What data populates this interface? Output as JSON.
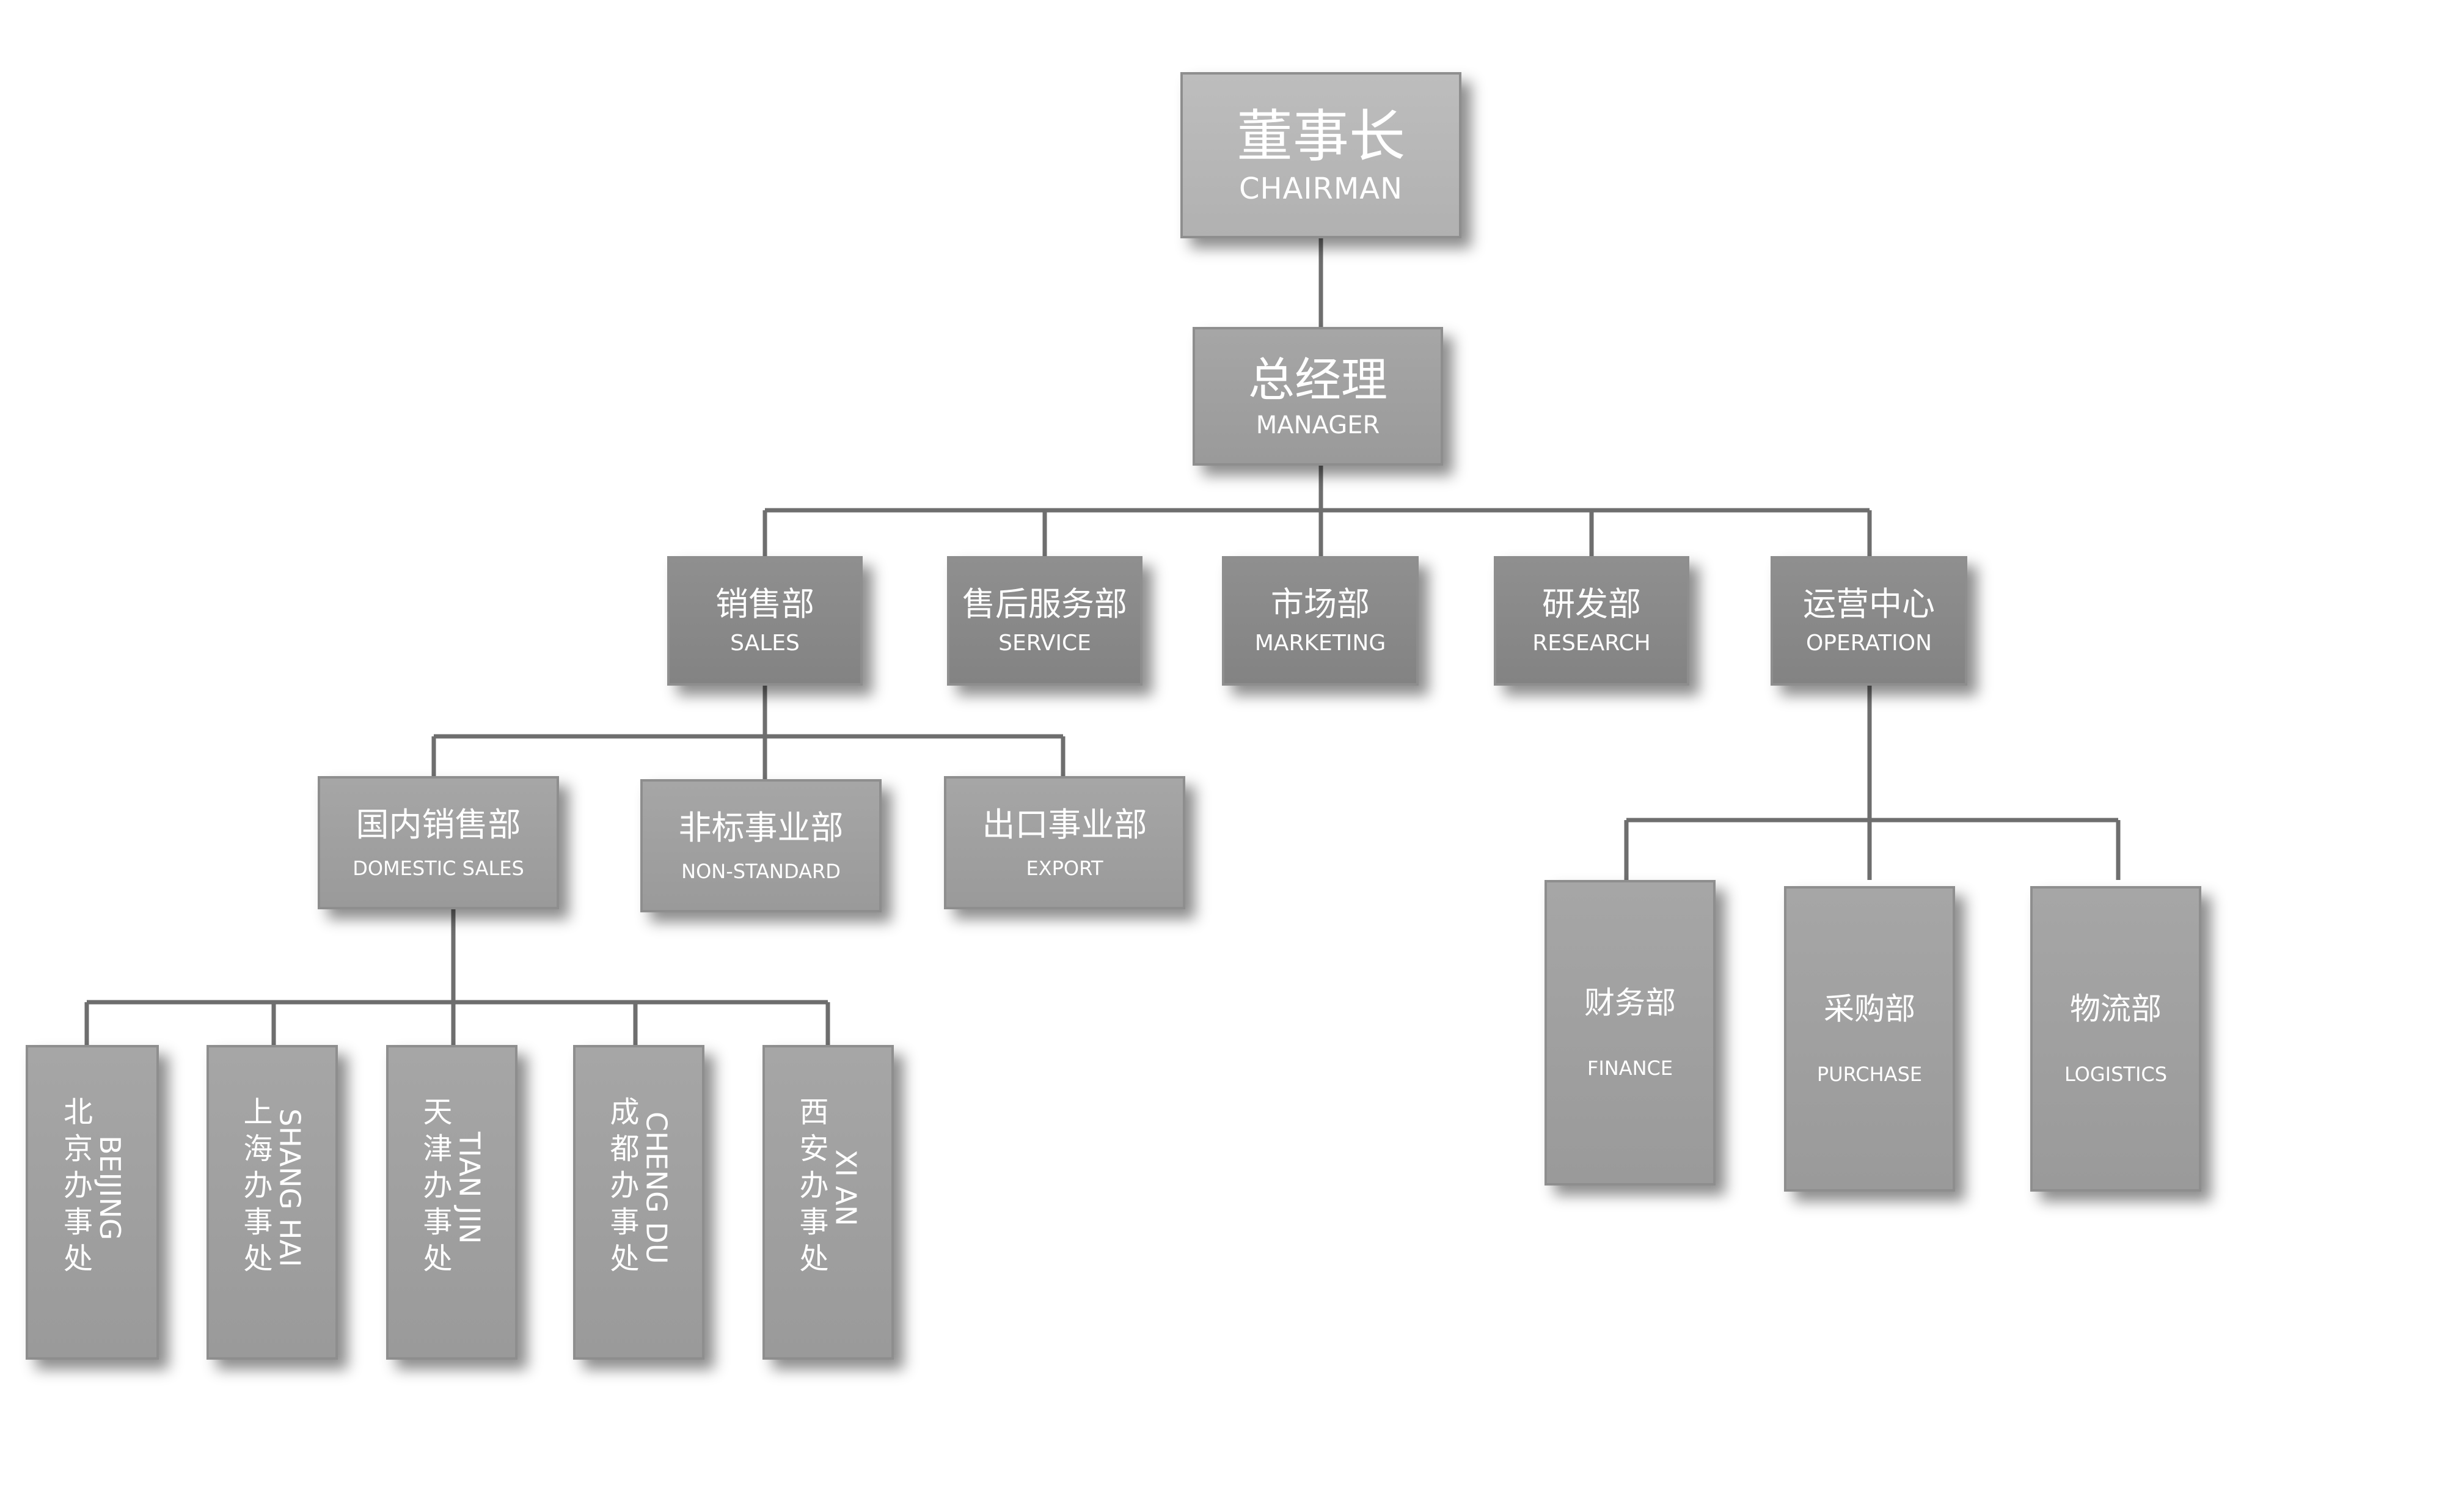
{
  "nodes": {
    "chairman": {
      "zh": "董事长",
      "en": "CHAIRMAN"
    },
    "manager": {
      "zh": "总经理",
      "en": "MANAGER"
    },
    "sales": {
      "zh": "销售部",
      "en": "SALES"
    },
    "service": {
      "zh": "售后服务部",
      "en": "SERVICE"
    },
    "marketing": {
      "zh": "市场部",
      "en": "MARKETING"
    },
    "research": {
      "zh": "研发部",
      "en": "RESEARCH"
    },
    "operation": {
      "zh": "运营中心",
      "en": "OPERATION"
    },
    "domestic_sales": {
      "zh": "国内销售部",
      "en": "DOMESTIC SALES"
    },
    "non_standard": {
      "zh": "非标事业部",
      "en": "NON-STANDARD"
    },
    "export": {
      "zh": "出口事业部",
      "en": "EXPORT"
    },
    "finance": {
      "zh": "财务部",
      "en": "FINANCE"
    },
    "purchase": {
      "zh": "采购部",
      "en": "PURCHASE"
    },
    "logistics": {
      "zh": "物流部",
      "en": "LOGISTICS"
    },
    "beijing": {
      "zh": "北京办事处",
      "en": "BEIJING"
    },
    "shanghai": {
      "zh": "上海办事处",
      "en": "SHANG HAI"
    },
    "tianjin": {
      "zh": "天津办事处",
      "en": "TIAN JIN"
    },
    "chengdu": {
      "zh": "成都办事处",
      "en": "CHENG DU"
    },
    "xian": {
      "zh": "西安办事处",
      "en": "XI AN"
    }
  },
  "colors": {
    "line": "#6e6e6e",
    "box_light": "#b8b8b8",
    "box_mid": "#a0a0a0",
    "box_dark": "#888888",
    "text": "#ffffff"
  }
}
